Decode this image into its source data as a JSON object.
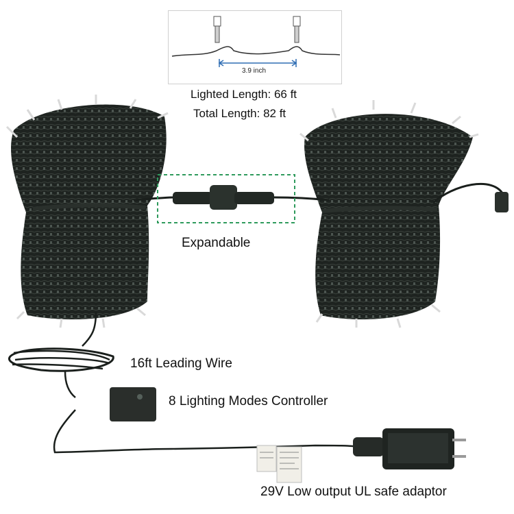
{
  "product": {
    "spacing_label": "3.9 inch",
    "lighted_length": "Lighted Length: 66 ft",
    "total_length": "Total Length: 82 ft",
    "expandable_label": "Expandable",
    "leading_wire_label": "16ft Leading Wire",
    "controller_label": "8 Lighting Modes Controller",
    "adaptor_label": "29V Low output UL safe adaptor"
  },
  "colors": {
    "wire": "#1a1f1c",
    "callout_box": "#2e9a5c",
    "dimension_arrow": "#2f6db3"
  }
}
